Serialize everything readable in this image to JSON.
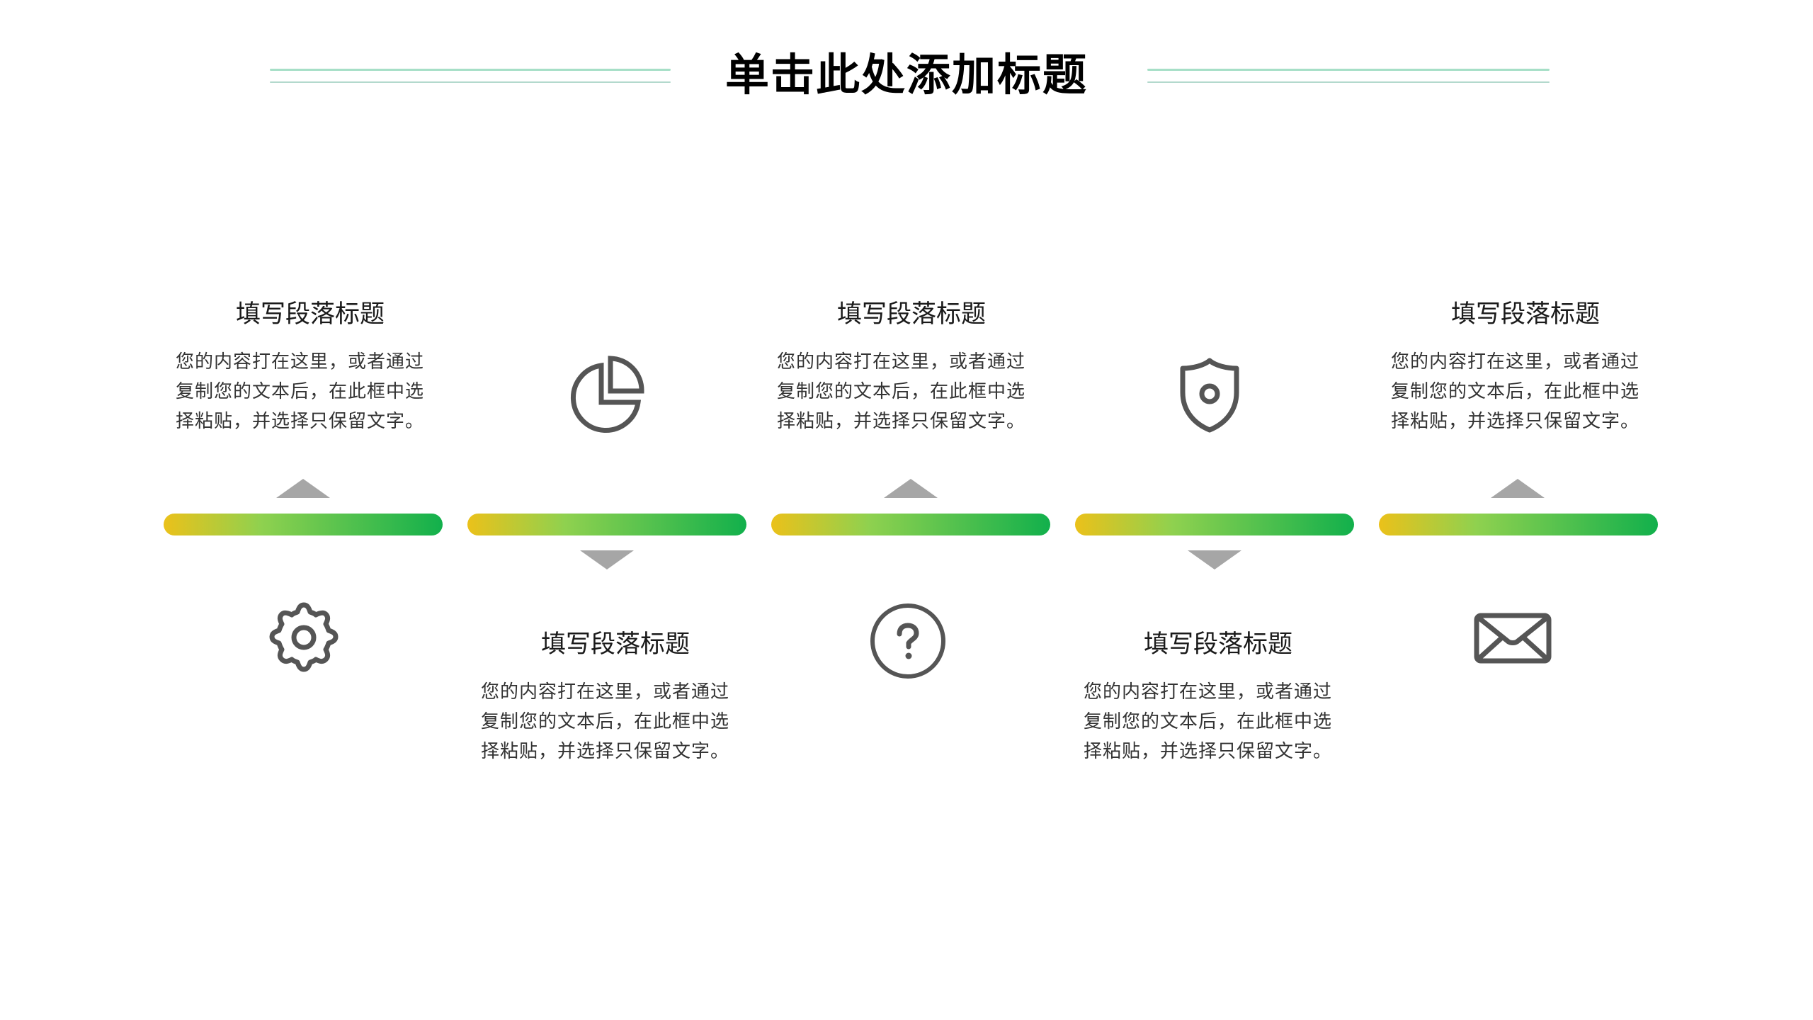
{
  "slide": {
    "title": "单击此处添加标题",
    "colors": {
      "title_line_top": "#a6dfc7",
      "title_line_bottom": "#b3d9cd",
      "bar_gradient_start": "#ebc11a",
      "bar_gradient_mid": "#8fd14f",
      "bar_gradient_end": "#12b04c",
      "arrow": "#a6a6a6",
      "icon": "#555555"
    }
  },
  "timeline": {
    "items": [
      {
        "position": "top",
        "heading": "填写段落标题",
        "body": [
          "您的内容打在这里，或者通过",
          "复制您的文本后，在此框中选",
          "择粘贴，并选择只保留文字。"
        ],
        "icon": "gear-icon"
      },
      {
        "position": "bottom",
        "heading": "填写段落标题",
        "body": [
          "您的内容打在这里，或者通过",
          "复制您的文本后，在此框中选",
          "择粘贴，并选择只保留文字。"
        ],
        "icon": "pie-chart-icon"
      },
      {
        "position": "top",
        "heading": "填写段落标题",
        "body": [
          "您的内容打在这里，或者通过",
          "复制您的文本后，在此框中选",
          "择粘贴，并选择只保留文字。"
        ],
        "icon": "question-circle-icon"
      },
      {
        "position": "bottom",
        "heading": "填写段落标题",
        "body": [
          "您的内容打在这里，或者通过",
          "复制您的文本后，在此框中选",
          "择粘贴，并选择只保留文字。"
        ],
        "icon": "shield-icon"
      },
      {
        "position": "top",
        "heading": "填写段落标题",
        "body": [
          "您的内容打在这里，或者通过",
          "复制您的文本后，在此框中选",
          "择粘贴，并选择只保留文字。"
        ],
        "icon": "envelope-icon"
      }
    ]
  }
}
